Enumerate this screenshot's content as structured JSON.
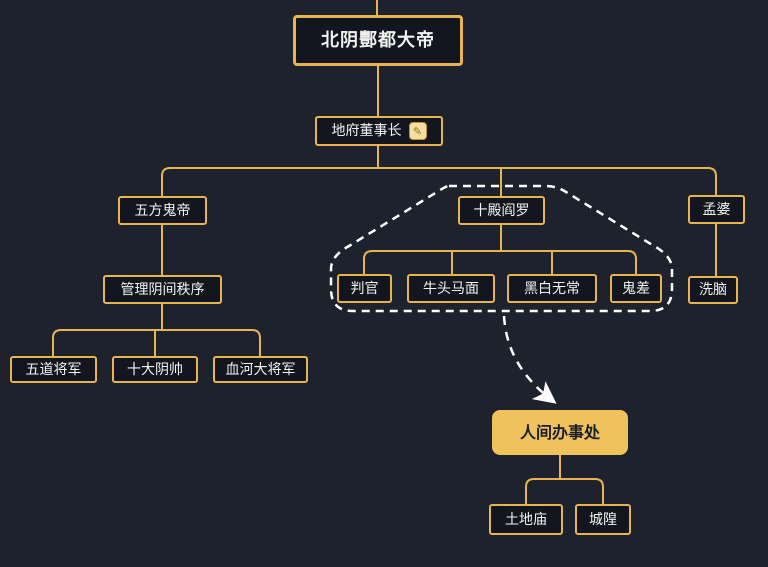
{
  "canvas": {
    "background_color": "#1e222d",
    "accent_color": "#e8b44e",
    "node_fill_color": "#13161e",
    "node_text_color": "#f2f2f2",
    "highlight_fill_color": "#efc25b",
    "highlight_text_color": "#1a1d26",
    "dashed_color": "#ffffff"
  },
  "icons": {
    "note_edit": "✎"
  },
  "nodes": {
    "root": {
      "label": "北阴酆都大帝"
    },
    "chairman": {
      "label": "地府董事长"
    },
    "wufang": {
      "label": "五方鬼帝"
    },
    "shidian": {
      "label": "十殿阎罗"
    },
    "mengpo": {
      "label": "孟婆"
    },
    "guanli": {
      "label": "管理阴间秩序"
    },
    "wudao": {
      "label": "五道将军"
    },
    "shida": {
      "label": "十大阴帅"
    },
    "xuehe": {
      "label": "血河大将军"
    },
    "panguan": {
      "label": "判官"
    },
    "niutou": {
      "label": "牛头马面"
    },
    "heibai": {
      "label": "黑白无常"
    },
    "guichai": {
      "label": "鬼差"
    },
    "xinao": {
      "label": "洗脑"
    },
    "renjian": {
      "label": "人间办事处"
    },
    "tudi": {
      "label": "土地庙"
    },
    "chenghuang": {
      "label": "城隍"
    }
  }
}
